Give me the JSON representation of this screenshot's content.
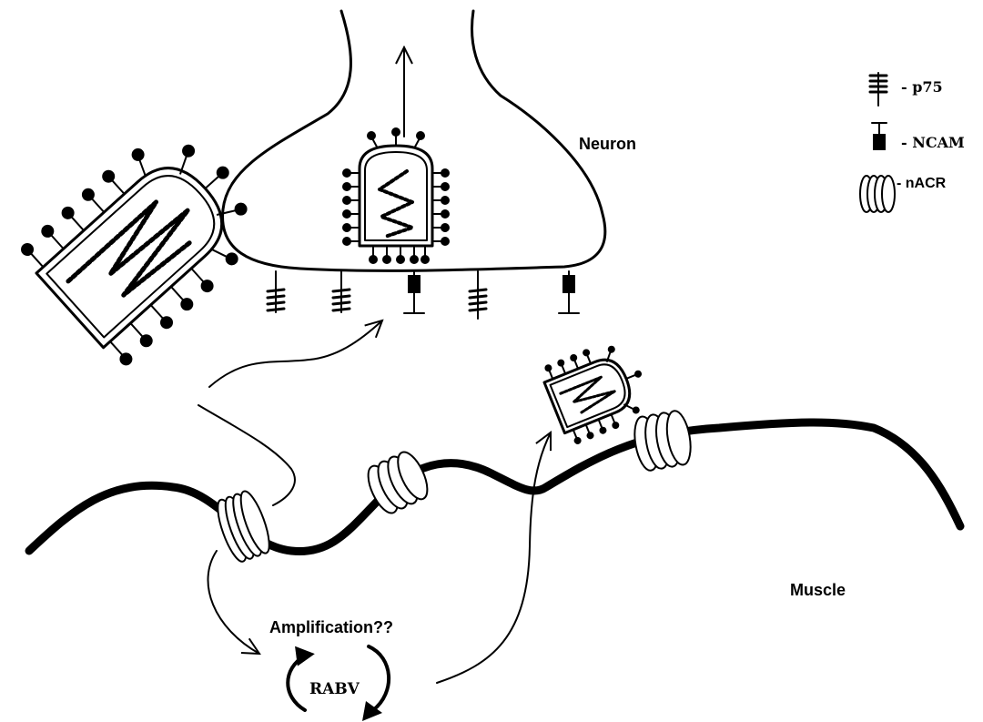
{
  "labels": {
    "neuron": "Neuron",
    "muscle": "Muscle",
    "amplification": "Amplification??",
    "rabv": "RABV"
  },
  "legend": {
    "p75": "- p75",
    "ncam": "- NCAM",
    "nacr": "- nACR"
  },
  "colors": {
    "ink": "#000000",
    "background": "#ffffff"
  }
}
